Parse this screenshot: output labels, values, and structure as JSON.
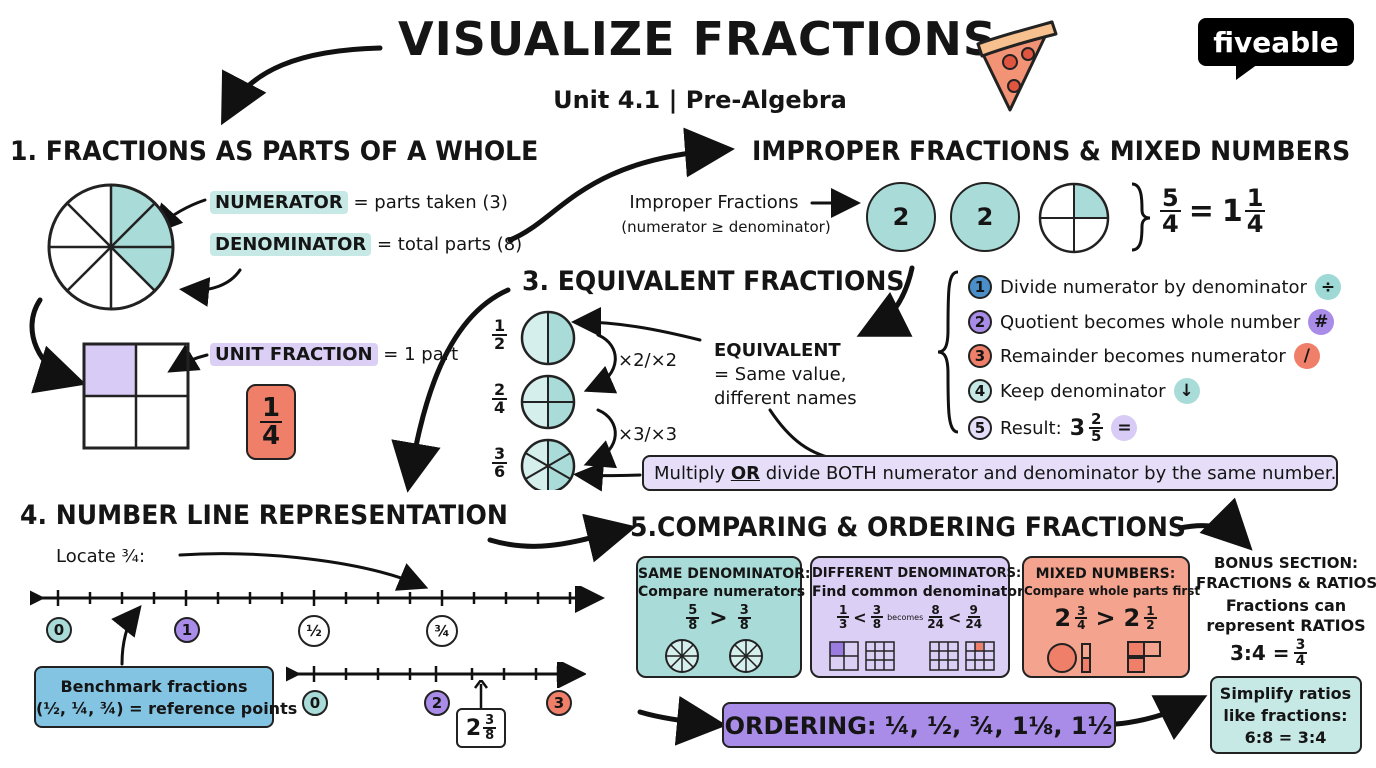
{
  "header": {
    "title": "VISUALIZE FRACTIONS",
    "subtitle": "Unit 4.1 | Pre-Algebra",
    "brand": "fiveable",
    "pizza_icon": "pizza-slice-icon"
  },
  "section1": {
    "title": "1. FRACTIONS AS PARTS OF A WHOLE",
    "numerator_label": "NUMERATOR",
    "numerator_desc": "= parts taken (3)",
    "denominator_label": "DENOMINATOR",
    "denominator_desc": "= total parts (8)",
    "unit_label": "UNIT FRACTION",
    "unit_desc": "= 1 part",
    "unit_fraction": {
      "num": "1",
      "den": "4"
    }
  },
  "section2": {
    "title": "IMPROPER FRACTIONS & MIXED NUMBERS",
    "improper_label": "Improper Fractions",
    "improper_note": "(numerator ≥ denominator)",
    "circle1": "2",
    "circle2": "2",
    "eq": {
      "num": "5",
      "den": "4",
      "equals": "=",
      "whole": "1",
      "fnum": "1",
      "fden": "4"
    },
    "steps": [
      {
        "n": "1",
        "text": "Divide numerator by denominator",
        "icon": "÷",
        "icon_name": "divide-icon",
        "color": "#4a8fc9"
      },
      {
        "n": "2",
        "text": "Quotient becomes whole number",
        "icon": "#",
        "icon_name": "hash-icon",
        "color": "#8a62d6"
      },
      {
        "n": "3",
        "text": "Remainder becomes numerator",
        "icon": "/",
        "icon_name": "slash-icon",
        "color": "#ee7a62"
      },
      {
        "n": "4",
        "text": "Keep denominator",
        "icon": "↓",
        "icon_name": "arrow-down-icon",
        "color": "#9fd9d6"
      },
      {
        "n": "5",
        "text": "Result:",
        "icon": "=",
        "icon_name": "equals-icon",
        "color": "#d8c8f5"
      }
    ],
    "result": {
      "whole": "3",
      "num": "2",
      "den": "5"
    }
  },
  "section3": {
    "title": "3. EQUIVALENT FRACTIONS",
    "fractions": [
      {
        "num": "1",
        "den": "2"
      },
      {
        "num": "2",
        "den": "4"
      },
      {
        "num": "3",
        "den": "6"
      }
    ],
    "mult1": "×2/×2",
    "mult2": "×3/×3",
    "equiv_title": "EQUIVALENT",
    "equiv_line1": "= Same value,",
    "equiv_line2": "different names",
    "rule_pre": "Multiply ",
    "rule_or": "OR",
    "rule_post": " divide BOTH numerator and denominator by the same number."
  },
  "section4": {
    "title": "4. NUMBER LINE REPRESENTATION",
    "locate": "Locate ¾:",
    "labels": [
      "0",
      "1",
      "½",
      "¾"
    ],
    "benchmark_line1": "Benchmark fractions",
    "benchmark_line2": "(½, ¼, ¾) = reference points",
    "line2_labels": [
      "0",
      "2",
      "3"
    ],
    "mixed": {
      "whole": "2",
      "num": "3",
      "den": "8"
    }
  },
  "section5": {
    "title": "5.COMPARING & ORDERING FRACTIONS",
    "same_title": "SAME DENOMINATOR:",
    "same_sub": "Compare numerators",
    "same_cmp": {
      "a_num": "5",
      "a_den": "8",
      "op": ">",
      "b_num": "3",
      "b_den": "8"
    },
    "diff_title": "DIFFERENT DENOMINATORS:",
    "diff_sub": "Find common denominator",
    "diff_cmp": {
      "a_num": "1",
      "a_den": "3",
      "op": "<",
      "b_num": "3",
      "b_den": "8",
      "becomes": "becomes",
      "c_num": "8",
      "c_den": "24",
      "op2": "<",
      "d_num": "9",
      "d_den": "24"
    },
    "mixed_title": "MIXED NUMBERS:",
    "mixed_sub": "Compare whole parts first",
    "mixed_cmp": {
      "a_whole": "2",
      "a_num": "3",
      "a_den": "4",
      "op": ">",
      "b_whole": "2",
      "b_num": "1",
      "b_den": "2"
    },
    "ordering": "ORDERING: ¼, ½, ¾, 1⅛, 1½"
  },
  "bonus": {
    "title1": "BONUS SECTION:",
    "title2": "FRACTIONS & RATIOS",
    "line1": "Fractions can",
    "line2": "represent RATIOS",
    "ratio": "3:4 =",
    "ratio_num": "3",
    "ratio_den": "4",
    "box_line1": "Simplify ratios",
    "box_line2": "like fractions:",
    "box_line3": "6:8 = 3:4"
  },
  "colors": {
    "teal": "#a9dcd8",
    "teal_light": "#d5efed",
    "purple": "#d8cbf6",
    "salmon": "#ef7f68",
    "blue_box": "#84c4e3",
    "ink": "#151515"
  }
}
